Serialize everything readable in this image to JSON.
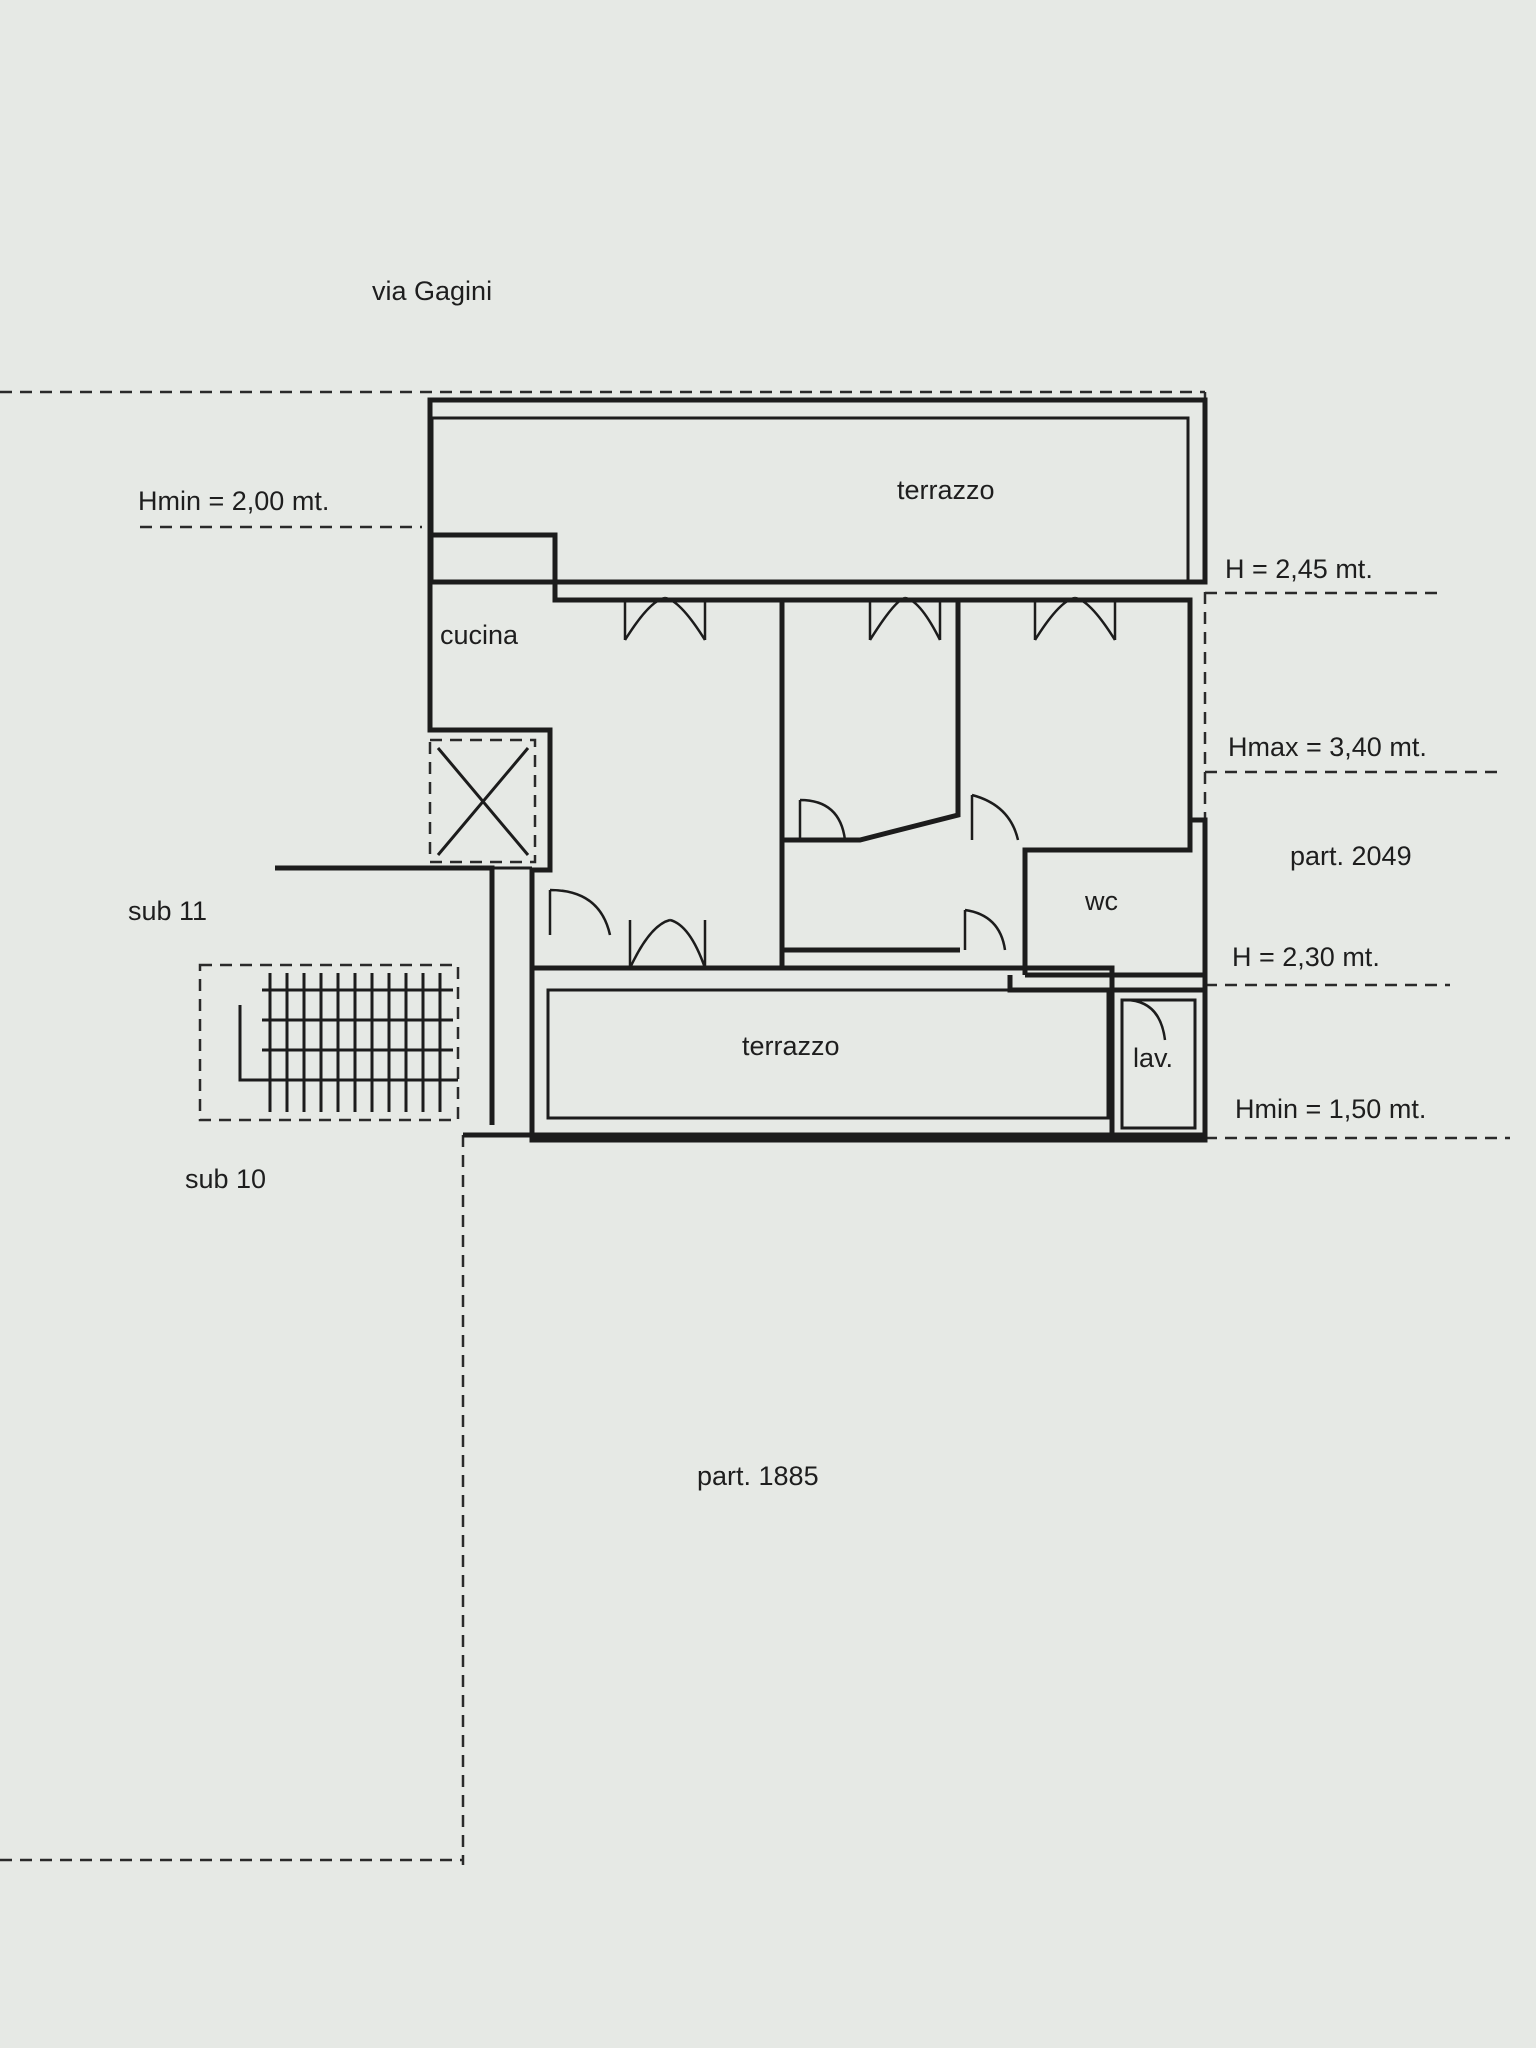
{
  "plan": {
    "street": "via Gagini",
    "rooms": {
      "terrazzo_top": "terrazzo",
      "terrazzo_bottom": "terrazzo",
      "cucina": "cucina",
      "wc": "wc",
      "lav": "lav."
    },
    "heights": {
      "hmin_left": "Hmin = 2,00 mt.",
      "h_245": "H = 2,45 mt.",
      "hmax": "Hmax = 3,40 mt.",
      "h_230": "H = 2,30 mt.",
      "hmin_right": "Hmin = 1,50 mt."
    },
    "parcels": {
      "part_2049": "part. 2049",
      "part_1885": "part. 1885",
      "sub_11": "sub 11",
      "sub_10": "sub 10"
    },
    "colors": {
      "paper": "#e6e9e5",
      "ink": "#1c1c1c"
    }
  }
}
